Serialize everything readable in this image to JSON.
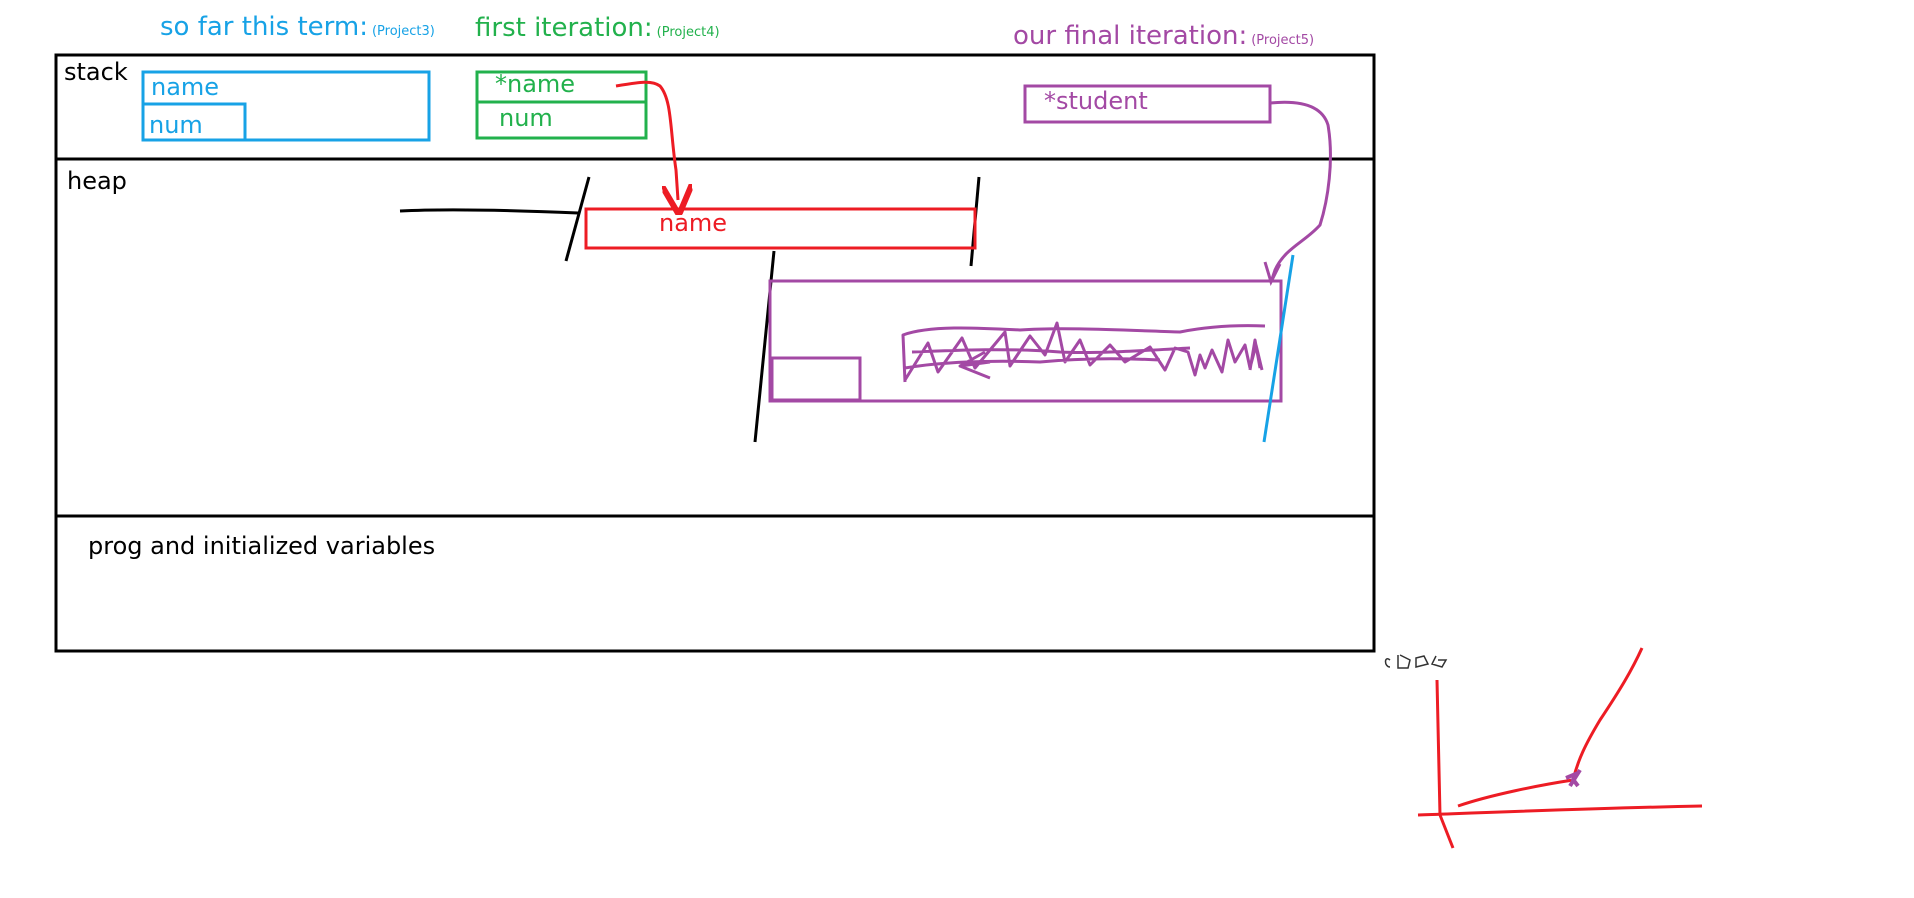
{
  "headers": {
    "project3": {
      "title": "so far this term:",
      "tag": "(Project3)",
      "color": "#17a2e6"
    },
    "project4": {
      "title": "first iteration:",
      "tag": "(Project4)",
      "color": "#22b14c"
    },
    "project5": {
      "title": "our final iteration:",
      "tag": "(Project5)",
      "color": "#a349a4"
    }
  },
  "sections": {
    "stack": "stack",
    "heap": "heap",
    "prog": "prog and initialized variables"
  },
  "stack_boxes": {
    "project3": {
      "field1": "name",
      "field2": "num"
    },
    "project4": {
      "field1": "*name",
      "field2": "num"
    },
    "project5": {
      "field1": "*student"
    }
  },
  "heap_boxes": {
    "name_block": "name"
  },
  "corner_scribble": "(not legible)",
  "colors": {
    "black": "#000000",
    "red": "#ed1c24",
    "purple": "#a349a4",
    "blue": "#17a2e6",
    "green": "#22b14c"
  }
}
